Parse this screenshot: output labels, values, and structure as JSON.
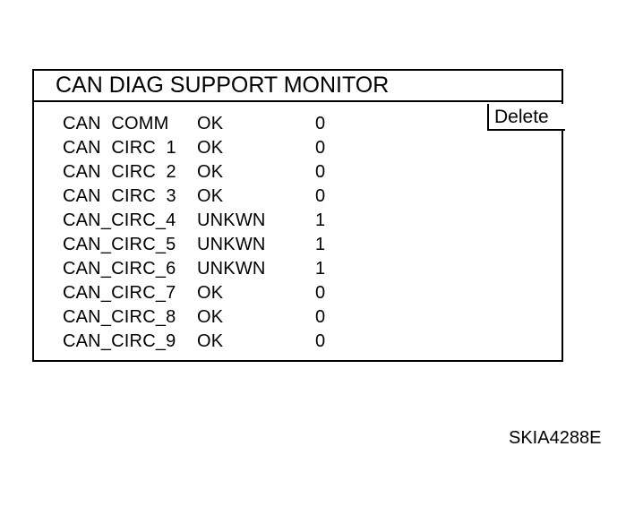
{
  "panel": {
    "title": "CAN DIAG SUPPORT MONITOR",
    "delete_button_label": "Delete",
    "columns": [
      "name",
      "status",
      "count"
    ],
    "rows": [
      {
        "name": "CAN  COMM",
        "status": "OK",
        "count": "0"
      },
      {
        "name": "CAN  CIRC  1",
        "status": "OK",
        "count": "0"
      },
      {
        "name": "CAN  CIRC  2",
        "status": "OK",
        "count": "0"
      },
      {
        "name": "CAN  CIRC  3",
        "status": "OK",
        "count": "0"
      },
      {
        "name": "CAN_CIRC_4",
        "status": "UNKWN",
        "count": "1"
      },
      {
        "name": "CAN_CIRC_5",
        "status": "UNKWN",
        "count": "1"
      },
      {
        "name": "CAN_CIRC_6",
        "status": "UNKWN",
        "count": "1"
      },
      {
        "name": "CAN_CIRC_7",
        "status": "OK",
        "count": "0"
      },
      {
        "name": "CAN_CIRC_8",
        "status": "OK",
        "count": "0"
      },
      {
        "name": "CAN_CIRC_9",
        "status": "OK",
        "count": "0"
      }
    ]
  },
  "figure": {
    "caption": "SKIA4288E"
  },
  "colors": {
    "background": "#ffffff",
    "foreground": "#000000",
    "border": "#000000"
  }
}
